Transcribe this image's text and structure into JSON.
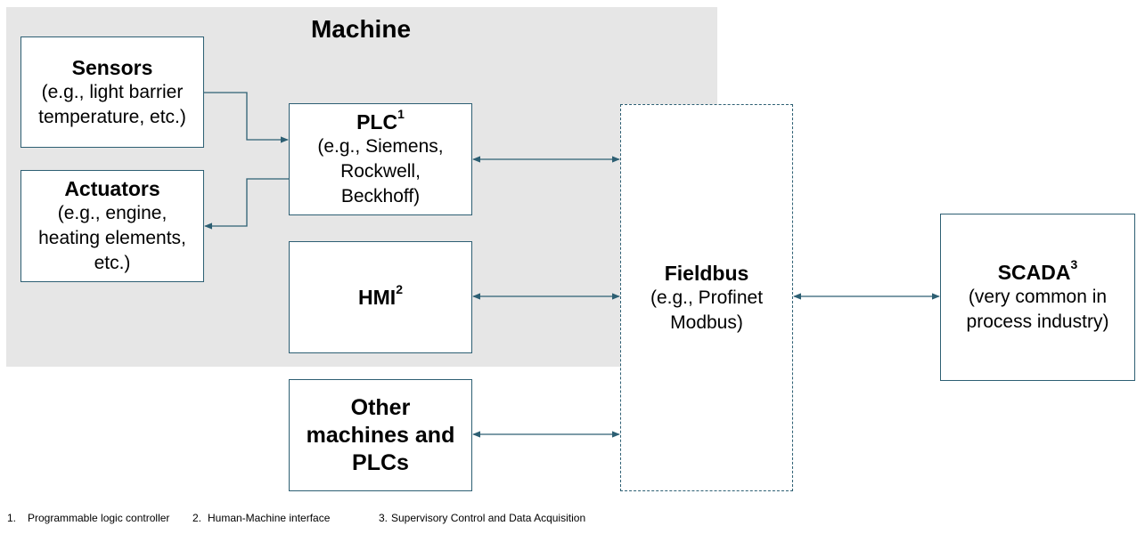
{
  "group": {
    "title": "Machine"
  },
  "nodes": {
    "sensors": {
      "title": "Sensors",
      "desc": "(e.g., light barrier\ntemperature, etc.)"
    },
    "actuators": {
      "title": "Actuators",
      "desc": "(e.g., engine,\nheating elements,\netc.)"
    },
    "plc": {
      "title": "PLC",
      "sup": "1",
      "desc": "(e.g., Siemens,\nRockwell,\nBeckhoff)"
    },
    "hmi": {
      "title": "HMI",
      "sup": "2"
    },
    "other": {
      "title": "Other\nmachines and\nPLCs"
    },
    "fieldbus": {
      "title": "Fieldbus",
      "desc": "(e.g., Profinet\nModbus)"
    },
    "scada": {
      "title": "SCADA",
      "sup": "3",
      "desc": "(very common in\nprocess industry)"
    }
  },
  "footnotes": [
    {
      "num": "1.",
      "text": "Programmable logic controller"
    },
    {
      "num": "2.",
      "text": "Human-Machine interface"
    },
    {
      "num": "3.",
      "text": "Supervisory Control and Data Acquisition"
    }
  ],
  "colors": {
    "connector": "#2d5f73",
    "machine_bg": "#e6e6e6",
    "box_border": "#2d5f73"
  }
}
